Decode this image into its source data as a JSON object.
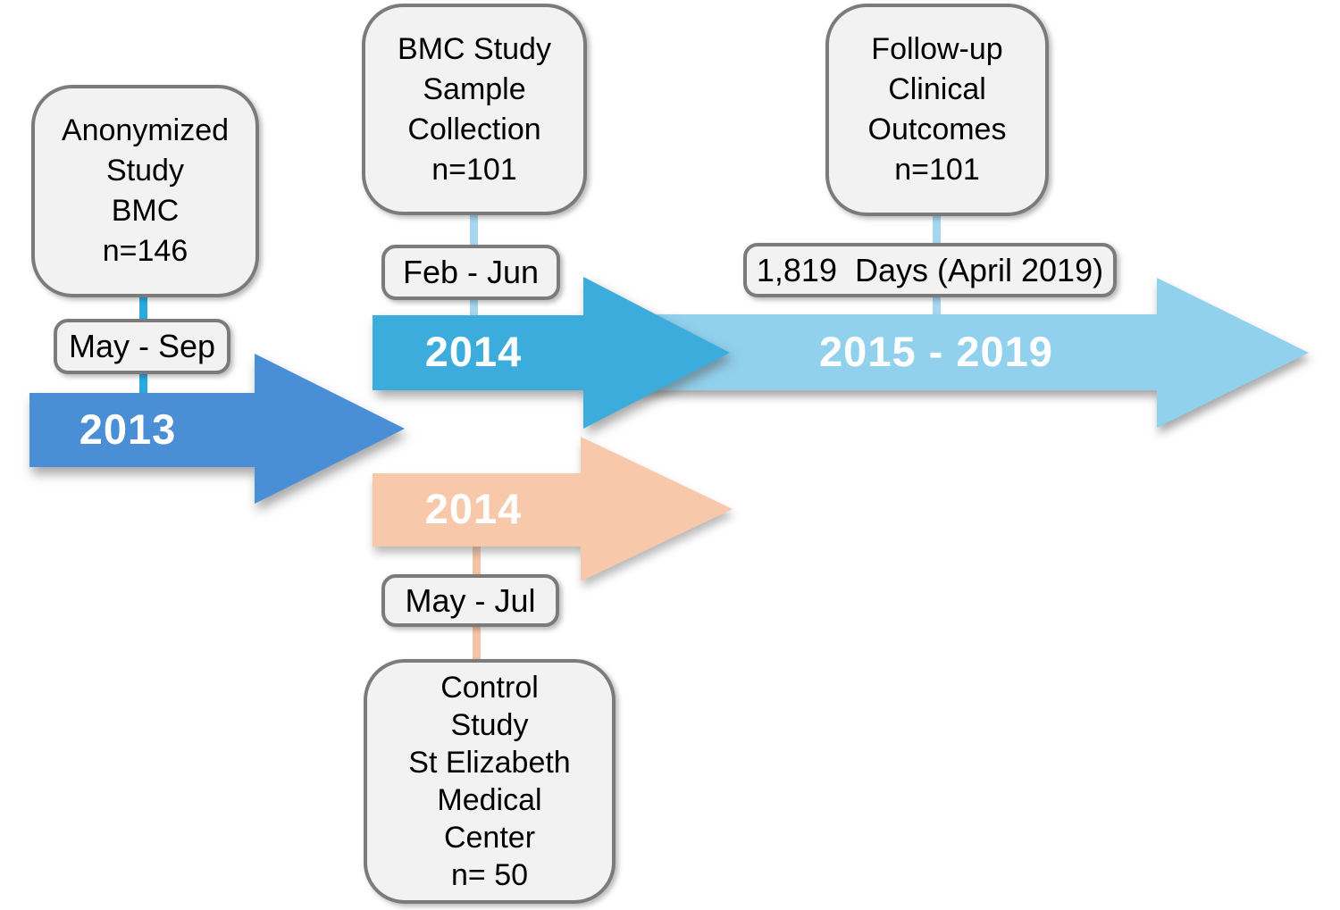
{
  "boxes": {
    "anonymized": {
      "lines": [
        "Anonymized",
        "Study",
        "BMC",
        "n=146"
      ]
    },
    "bmc_sample": {
      "lines": [
        "BMC Study",
        "Sample",
        "Collection",
        "n=101"
      ]
    },
    "followup": {
      "lines": [
        "Follow-up",
        "Clinical",
        "Outcomes",
        "n=101"
      ]
    },
    "control": {
      "lines": [
        "Control",
        "Study",
        "St Elizabeth",
        "Medical",
        "Center",
        "n= 50"
      ]
    }
  },
  "date_labels": {
    "may_sep": "May - Sep",
    "feb_jun": "Feb - Jun",
    "days_1819": "1,819  Days (April 2019)",
    "may_jul": "May - Jul"
  },
  "arrows": {
    "y2013": {
      "label": "2013",
      "color": "#4a8fd5"
    },
    "y2014_bmc": {
      "label": "2014",
      "color": "#3cacdd"
    },
    "y2015_2019": {
      "label": "2015 - 2019",
      "color": "#91d1ed"
    },
    "y2014_control": {
      "label": "2014",
      "color": "#f7c9aa"
    }
  },
  "colors": {
    "connector_cyan": "#29abe2",
    "connector_light_blue": "#a7d7f0",
    "connector_peach": "#f4c4a4",
    "box_fill": "#f2f2f2",
    "box_border": "#7b7b7b",
    "year_text": "#ffffff",
    "box_text": "#000000"
  }
}
